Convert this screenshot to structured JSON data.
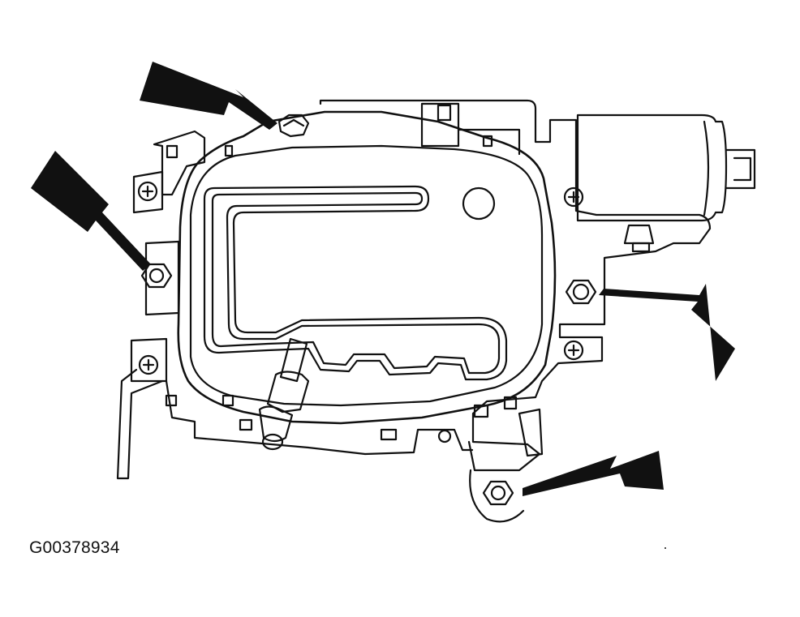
{
  "figure": {
    "id_label": "G00378934"
  },
  "colors": {
    "ink": "#111111",
    "paper": "#ffffff"
  },
  "components": {
    "callout_arrows": [
      "top-left-nut-arrow",
      "left-nut-arrow",
      "right-nut-arrow",
      "bottom-nut-arrow"
    ],
    "nuts": [
      "top-nut",
      "left-nut",
      "right-nut",
      "bottom-nut"
    ],
    "screws": [
      "left-upper-screw",
      "left-lower-screw",
      "right-upper-screw",
      "right-lower-screw"
    ],
    "assembly": [
      "shifter-housing",
      "shift-gate",
      "shift-lever",
      "motor-unit",
      "mounting-bracket"
    ]
  }
}
